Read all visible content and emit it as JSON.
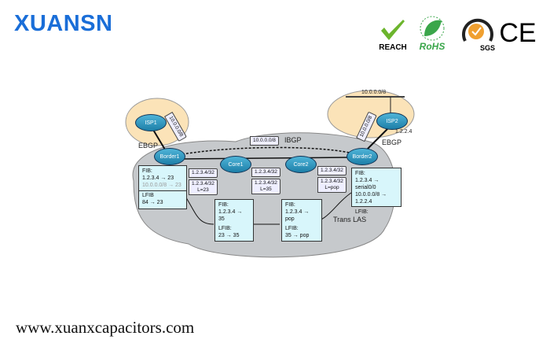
{
  "brand": "XUANSN",
  "url": "www.xuanxcapacitors.com",
  "logos": [
    {
      "name": "REACH",
      "color": "#6cb52d"
    },
    {
      "name": "RoHS",
      "color": "#3aa64a"
    },
    {
      "name": "SGS",
      "color": "#f0a030"
    },
    {
      "name": "CE",
      "color": "#111111"
    }
  ],
  "diagram": {
    "routers": {
      "isp1": "ISP1",
      "border1": "Border1",
      "core1": "Core1",
      "core2": "Core2",
      "border2": "Border2",
      "isp2": "ISP2"
    },
    "ebgp_left": "EBGP",
    "ebgp_right": "EBGP",
    "ibgp": "IBGP",
    "trans_as": "Trans LAS",
    "isp2_net": "10.0.0.0/8",
    "isp2_addr": "1.2.2.4",
    "adv_isp1": "10.0.0.0/8",
    "adv_isp2": "10.0.0.0/8",
    "adv_ibgp": "10.0.0.0/8",
    "border1_fib_title": "FIB:",
    "border1_fib_1": "1.2.3.4 → 23",
    "border1_fib_2": "10.0.0.0/8 → 23",
    "border1_lfib_title": "LFIB",
    "border1_lfib_1": "84 → 23",
    "b1_tag1": "1.2.3.4/32",
    "b1_tag2a": "1.2.3.4/32",
    "b1_tag2b": "L=23",
    "core1_fib_title": "FIB:",
    "core1_fib_1": "1.2.3.4 → 35",
    "core1_lfib_title": "LFIB:",
    "core1_lfib_1": "23 → 35",
    "c1_tag1": "1.2.3.4/32",
    "c1_tag2a": "1.2.3.4/32",
    "c1_tag2b": "L=35",
    "core2_fib_title": "FIB:",
    "core2_fib_1": "1.2.3.4 → pop",
    "core2_lfib_title": "LFIB:",
    "core2_lfib_1": "35 → pop",
    "c2_tag1": "1.2.3.4/32",
    "c2_tag2a": "1.2.3.4/32",
    "c2_tag2b": "L=pop",
    "border2_fib_title": "FIB:",
    "border2_fib_1": "1.2.3.4 → serial0/0",
    "border2_fib_2": "10.0.0.0/8 → 1.2.2.4",
    "border2_lfib_title": "LFIB:"
  }
}
